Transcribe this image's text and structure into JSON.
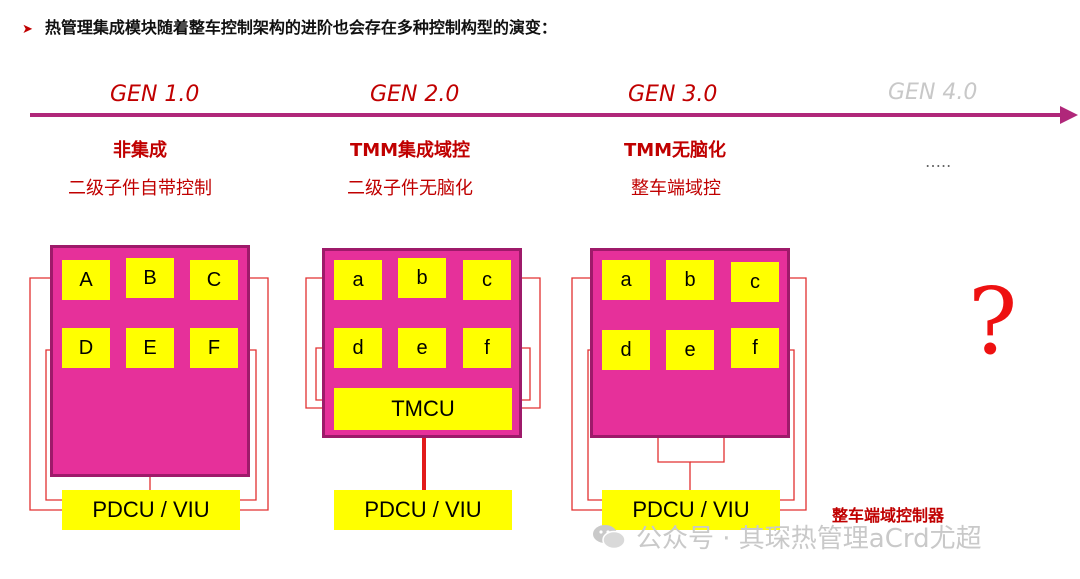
{
  "headline": {
    "bullet": "➤",
    "text": "热管理集成模块随着整车控制架构的进阶也会存在多种控制构型的演变："
  },
  "generations": [
    {
      "gen": "GEN 1.0",
      "title": "非集成",
      "subtitle": "二级子件自带控制"
    },
    {
      "gen": "GEN 2.0",
      "title": "TMM集成域控",
      "subtitle": "二级子件无脑化"
    },
    {
      "gen": "GEN 3.0",
      "title": "TMM无脑化",
      "subtitle": "整车端域控"
    },
    {
      "gen": "GEN 4.0",
      "title": "…..",
      "subtitle": ""
    }
  ],
  "gen1": {
    "cells": [
      "A",
      "B",
      "C",
      "D",
      "E",
      "F"
    ],
    "bottom": "PDCU / VIU"
  },
  "gen2": {
    "cells": [
      "a",
      "b",
      "c",
      "d",
      "e",
      "f"
    ],
    "controller": "TMCU",
    "bottom": "PDCU / VIU"
  },
  "gen3": {
    "cells": [
      "a",
      "b",
      "c",
      "d",
      "e",
      "f"
    ],
    "bottom": "PDCU / VIU",
    "domain_label": "整车端域控制器"
  },
  "gen4": {
    "question": "?"
  },
  "watermark": {
    "text": "公众号 · 其琛热管理aCrd尤超"
  },
  "colors": {
    "accent": "#c00000",
    "panel": "#e6309a",
    "cell": "#ffff00",
    "arrow": "#b0277a",
    "line": "#e23030"
  }
}
